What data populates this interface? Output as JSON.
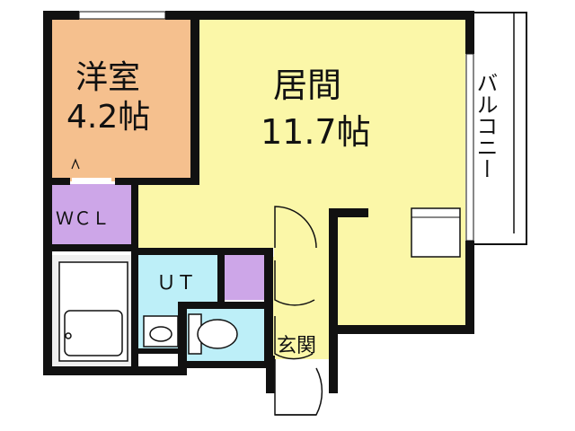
{
  "rooms": {
    "western_room": {
      "name": "洋室",
      "size": "4.2帖",
      "color": "#F5C08E"
    },
    "living": {
      "name": "居間",
      "size": "11.7帖",
      "color": "#FBF7A8"
    },
    "wcl": {
      "name": "ＷＣＬ",
      "color": "#CDA6E8"
    },
    "utility": {
      "name": "ＵＴ",
      "color": "#BDEFF8"
    },
    "entrance": {
      "name": "玄関"
    },
    "balcony": {
      "name": "バルコニー"
    }
  },
  "colors": {
    "wall": "#111111",
    "closet": "#CDA6E8",
    "toilet_room": "#BDEFF8",
    "bath": "#EFEFEF"
  }
}
